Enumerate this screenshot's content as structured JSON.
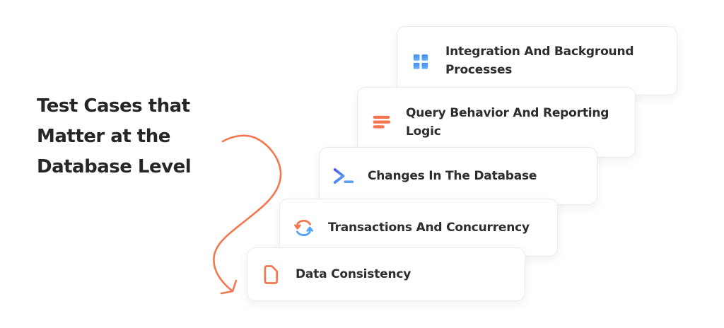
{
  "title": {
    "lines": [
      "Test Cases that",
      "Matter at the",
      "Database Level"
    ]
  },
  "cards": [
    {
      "icon": "grid-icon",
      "label": "Integration And Background\nProcesses"
    },
    {
      "icon": "menu-lines-icon",
      "label": "Query Behavior And Reporting\nLogic"
    },
    {
      "icon": "terminal-icon",
      "label": "Changes In The Database"
    },
    {
      "icon": "sync-arrows-icon",
      "label": "Transactions And Concurrency"
    },
    {
      "icon": "document-icon",
      "label": "Data Consistency"
    }
  ],
  "colors": {
    "accent_orange": "#F4764F",
    "blue": "#3F87F2",
    "blue_light": "#63ADF8",
    "indigo": "#4E5EE4",
    "blue_mid": "#55A3F3",
    "text_dark": "#262626",
    "card_border": "#EBEBEF",
    "background": "#FFFFFF"
  }
}
